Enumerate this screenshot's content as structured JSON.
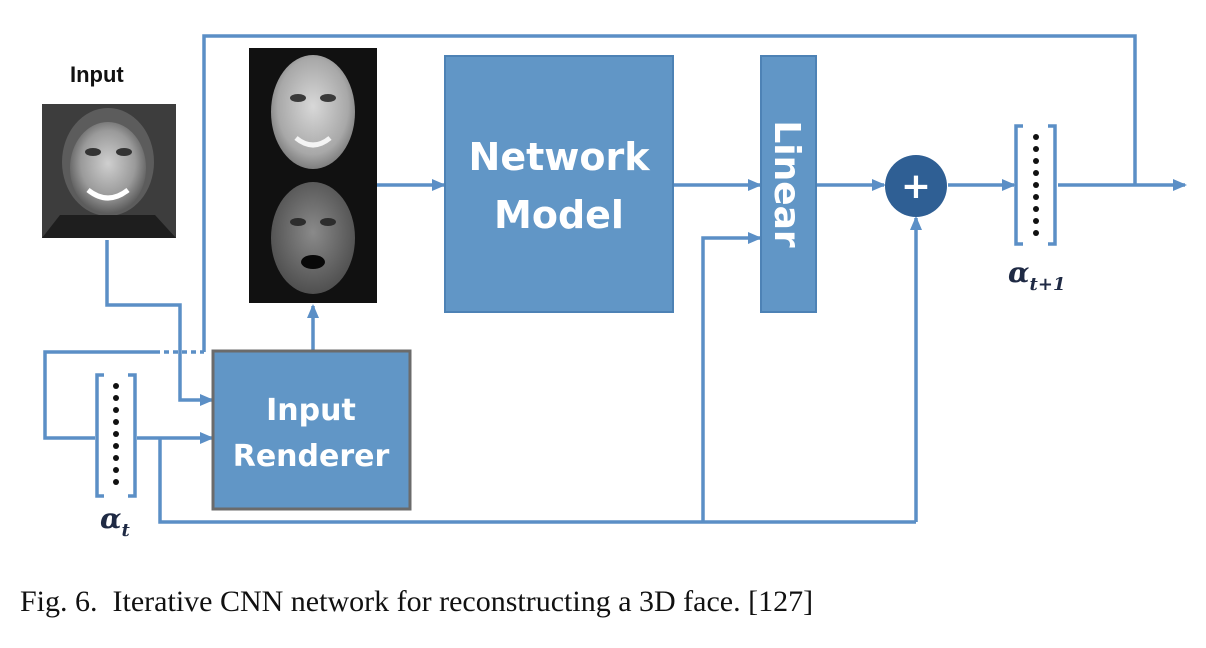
{
  "diagram": {
    "input_label": "Input",
    "network_model_label_line1": "Network",
    "network_model_label_line2": "Model",
    "linear_label": "Linear",
    "renderer_label_line1": "Input",
    "renderer_label_line2": "Renderer",
    "sum_symbol": "+",
    "alpha_t_symbol": "α",
    "alpha_t_subscript": "t",
    "alpha_next_symbol": "α",
    "alpha_next_subscript": "t+1",
    "colors": {
      "box_fill": "#6196c6",
      "box_stroke": "#4d82b5",
      "arrow": "#5b8fc6",
      "sum_fill": "#2f5f94",
      "renderer_stroke": "#6b6b6b",
      "face_panel": "#111111"
    }
  },
  "caption": {
    "prefix": "Fig. 6.",
    "text": "Iterative CNN network for reconstructing a 3D face. [127]"
  }
}
